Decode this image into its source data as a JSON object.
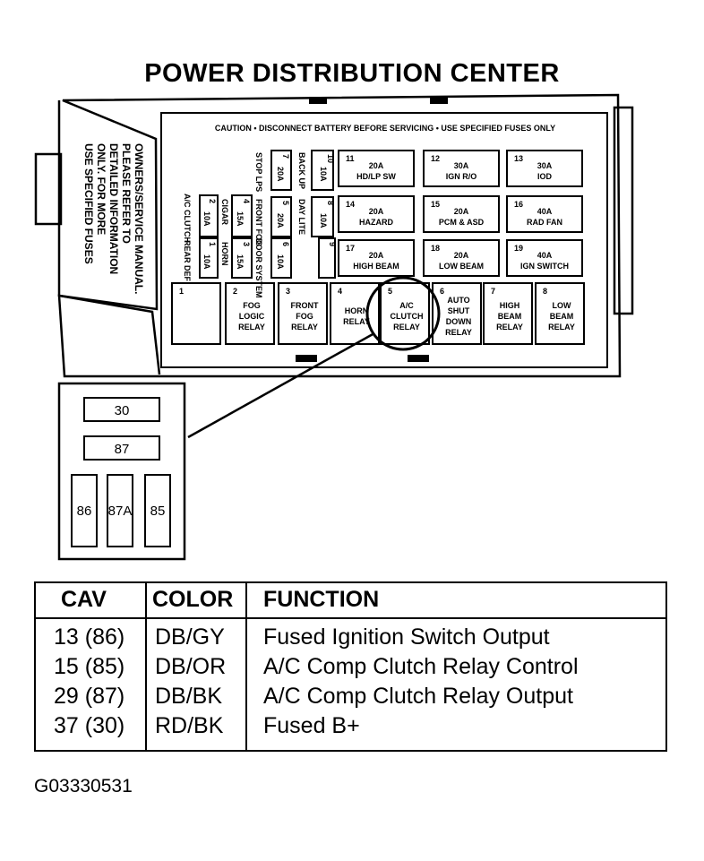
{
  "title": "POWER DISTRIBUTION CENTER",
  "caution": "CAUTION • DISCONNECT BATTERY BEFORE SERVICING • USE SPECIFIED FUSES ONLY",
  "side_note": [
    "USE SPECIFIED FUSES",
    "ONLY. FOR MORE",
    "DETAILED INFORMATION",
    "PLEASE REFER TO",
    "OWNERS/SERVICE MANUAL."
  ],
  "fuses_right": [
    {
      "num": "11",
      "amp": "20A",
      "label": "HD/LP SW"
    },
    {
      "num": "12",
      "amp": "30A",
      "label": "IGN R/O"
    },
    {
      "num": "13",
      "amp": "30A",
      "label": "IOD"
    },
    {
      "num": "14",
      "amp": "20A",
      "label": "HAZARD"
    },
    {
      "num": "15",
      "amp": "20A",
      "label": "PCM & ASD"
    },
    {
      "num": "16",
      "amp": "40A",
      "label": "RAD FAN"
    },
    {
      "num": "17",
      "amp": "20A",
      "label": "HIGH BEAM"
    },
    {
      "num": "18",
      "amp": "20A",
      "label": "LOW BEAM"
    },
    {
      "num": "19",
      "amp": "40A",
      "label": "IGN SWITCH"
    }
  ],
  "fuses_small": [
    {
      "num": "7",
      "amp": "20A",
      "label": "STOP LPS"
    },
    {
      "num": "10",
      "amp": "10A",
      "label": "BACK UP"
    },
    {
      "num": "5",
      "amp": "20A",
      "label": "FRONT FOG"
    },
    {
      "num": "8",
      "amp": "10A",
      "label": "DAY LITE"
    },
    {
      "num": "2",
      "amp": "10A",
      "label": "A/C CLUTCH"
    },
    {
      "num": "4",
      "amp": "15A",
      "label": "CIGAR"
    },
    {
      "num": "1",
      "amp": "10A",
      "label": "REAR DEF"
    },
    {
      "num": "3",
      "amp": "15A",
      "label": "HORN"
    },
    {
      "num": "6",
      "amp": "10A",
      "label": "DOOR SYSTEM"
    },
    {
      "num": "9",
      "amp": "",
      "label": ""
    }
  ],
  "relays": [
    {
      "num": "1",
      "lines": []
    },
    {
      "num": "2",
      "lines": [
        "FOG",
        "LOGIC",
        "RELAY"
      ]
    },
    {
      "num": "3",
      "lines": [
        "FRONT",
        "FOG",
        "RELAY"
      ]
    },
    {
      "num": "4",
      "lines": [
        "HORN",
        "RELAY"
      ]
    },
    {
      "num": "5",
      "lines": [
        "A/C",
        "CLUTCH",
        "RELAY"
      ]
    },
    {
      "num": "6",
      "lines": [
        "AUTO",
        "SHUT",
        "DOWN",
        "RELAY"
      ]
    },
    {
      "num": "7",
      "lines": [
        "HIGH",
        "BEAM",
        "RELAY"
      ]
    },
    {
      "num": "8",
      "lines": [
        "LOW",
        "BEAM",
        "RELAY"
      ]
    }
  ],
  "relay_pins": {
    "top": "30",
    "middle": "87",
    "left": "86",
    "center": "87A",
    "right": "85"
  },
  "table": {
    "headers": [
      "CAV",
      "COLOR",
      "FUNCTION"
    ],
    "rows": [
      {
        "cav": "13 (86)",
        "color": "DB/GY",
        "function": "Fused Ignition Switch Output"
      },
      {
        "cav": "15 (85)",
        "color": "DB/OR",
        "function": "A/C Comp Clutch Relay Control"
      },
      {
        "cav": "29 (87)",
        "color": "DB/BK",
        "function": "A/C Comp Clutch Relay Output"
      },
      {
        "cav": "37 (30)",
        "color": "RD/BK",
        "function": "Fused B+"
      }
    ]
  },
  "figure_id": "G03330531"
}
